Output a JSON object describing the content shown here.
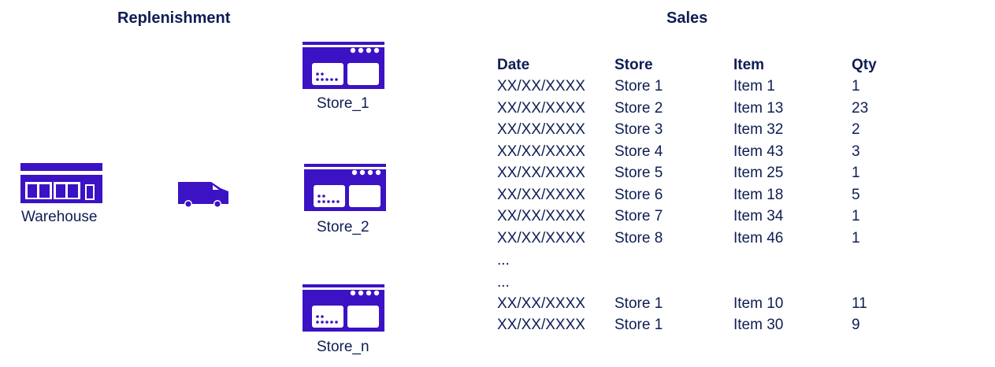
{
  "colors": {
    "icon": "#3b12c4",
    "text": "#0f1d55",
    "window": "#ffffff"
  },
  "replenishment": {
    "title": "Replenishment",
    "warehouse": {
      "label": "Warehouse",
      "icon": "warehouse-icon"
    },
    "truck": {
      "icon": "delivery-truck-icon"
    },
    "stores": [
      {
        "label": "Store_1",
        "icon": "store-icon"
      },
      {
        "label": "Store_2",
        "icon": "store-icon"
      },
      {
        "label": "Store_n",
        "icon": "store-icon"
      }
    ]
  },
  "sales": {
    "title": "Sales",
    "columns": [
      "Date",
      "Store",
      "Item",
      "Qty"
    ],
    "rows": [
      [
        "XX/XX/XXXX",
        "Store 1",
        "Item 1",
        "1"
      ],
      [
        "XX/XX/XXXX",
        "Store 2",
        "Item 13",
        "23"
      ],
      [
        "XX/XX/XXXX",
        "Store 3",
        "Item 32",
        "2"
      ],
      [
        "XX/XX/XXXX",
        "Store 4",
        "Item 43",
        "3"
      ],
      [
        "XX/XX/XXXX",
        "Store 5",
        "Item 25",
        "1"
      ],
      [
        "XX/XX/XXXX",
        "Store 6",
        "Item 18",
        "5"
      ],
      [
        "XX/XX/XXXX",
        "Store 7",
        "Item 34",
        "1"
      ],
      [
        "XX/XX/XXXX",
        "Store 8",
        "Item 46",
        "1"
      ],
      [
        "...",
        "",
        "",
        ""
      ],
      [
        "...",
        "",
        "",
        ""
      ],
      [
        "XX/XX/XXXX",
        "Store 1",
        "Item 10",
        "11"
      ],
      [
        "XX/XX/XXXX",
        "Store 1",
        "Item 30",
        "9"
      ]
    ]
  }
}
